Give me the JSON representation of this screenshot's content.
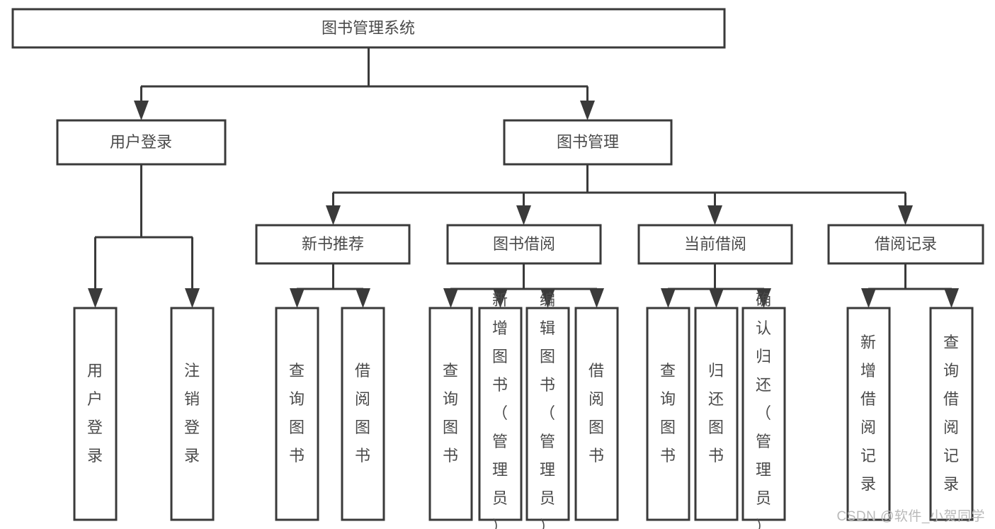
{
  "diagram": {
    "title": "图书管理系统",
    "type": "tree-hierarchy-diagram",
    "colors": {
      "stroke": "#3a3a3a",
      "box_fill": "#ffffff",
      "text": "#4a4a4a",
      "background": "#ffffff",
      "watermark": "#b9b9b9"
    },
    "root": {
      "label": "图书管理系统"
    },
    "level2": [
      {
        "label": "用户登录"
      },
      {
        "label": "图书管理"
      }
    ],
    "level3": [
      {
        "label": "新书推荐"
      },
      {
        "label": "图书借阅"
      },
      {
        "label": "当前借阅"
      },
      {
        "label": "借阅记录"
      }
    ],
    "leaves": {
      "user_login": [
        {
          "label": "用户登录"
        },
        {
          "label": "注销登录"
        }
      ],
      "new_book_recommend": [
        {
          "label": "查询图书"
        },
        {
          "label": "借阅图书"
        }
      ],
      "book_borrow": [
        {
          "label": "查询图书"
        },
        {
          "label": "新增图书（管理员）"
        },
        {
          "label": "编辑图书（管理员）"
        },
        {
          "label": "借阅图书"
        }
      ],
      "current_borrow": [
        {
          "label": "查询图书"
        },
        {
          "label": "归还图书"
        },
        {
          "label": "确认归还（管理员）"
        }
      ],
      "borrow_record": [
        {
          "label": "新增借阅记录"
        },
        {
          "label": "查询借阅记录"
        }
      ]
    }
  },
  "watermark": {
    "text": "CSDN @软件_小贺同学"
  }
}
